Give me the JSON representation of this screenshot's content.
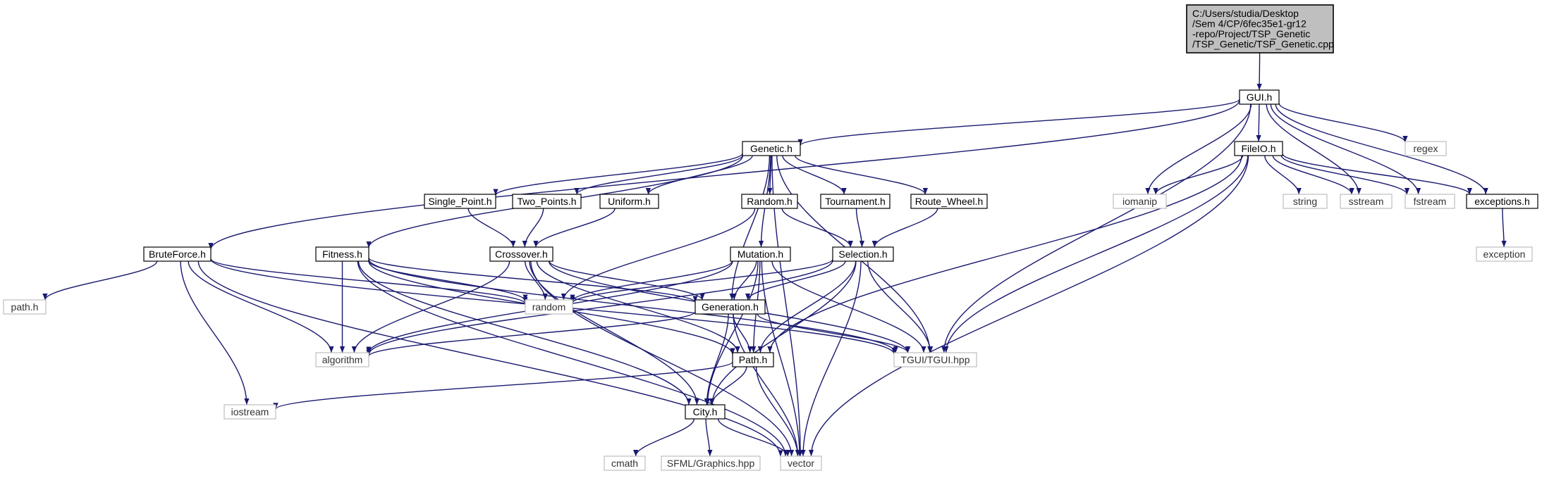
{
  "root": {
    "label_lines": [
      "C:/Users/studia/Desktop",
      "/Sem 4/CP/6fec35e1-gr12",
      "-repo/Project/TSP_Genetic",
      "/TSP_Genetic/TSP_Genetic.cpp"
    ]
  },
  "nodes": [
    {
      "id": "gui",
      "label": "GUI.h",
      "kind": "internal"
    },
    {
      "id": "genetic",
      "label": "Genetic.h",
      "kind": "internal"
    },
    {
      "id": "fileio",
      "label": "FileIO.h",
      "kind": "internal"
    },
    {
      "id": "regex",
      "label": "regex",
      "kind": "external"
    },
    {
      "id": "single_point",
      "label": "Single_Point.h",
      "kind": "internal"
    },
    {
      "id": "two_points",
      "label": "Two_Points.h",
      "kind": "internal"
    },
    {
      "id": "uniform",
      "label": "Uniform.h",
      "kind": "internal"
    },
    {
      "id": "random_h",
      "label": "Random.h",
      "kind": "internal"
    },
    {
      "id": "tournament",
      "label": "Tournament.h",
      "kind": "internal"
    },
    {
      "id": "route_wheel",
      "label": "Route_Wheel.h",
      "kind": "internal"
    },
    {
      "id": "iomanip",
      "label": "iomanip",
      "kind": "external"
    },
    {
      "id": "string",
      "label": "string",
      "kind": "external"
    },
    {
      "id": "sstream",
      "label": "sstream",
      "kind": "external"
    },
    {
      "id": "fstream",
      "label": "fstream",
      "kind": "external"
    },
    {
      "id": "exceptions",
      "label": "exceptions.h",
      "kind": "internal"
    },
    {
      "id": "bruteforce",
      "label": "BruteForce.h",
      "kind": "internal"
    },
    {
      "id": "fitness",
      "label": "Fitness.h",
      "kind": "internal"
    },
    {
      "id": "crossover",
      "label": "Crossover.h",
      "kind": "internal"
    },
    {
      "id": "mutation",
      "label": "Mutation.h",
      "kind": "internal"
    },
    {
      "id": "selection",
      "label": "Selection.h",
      "kind": "internal"
    },
    {
      "id": "exception",
      "label": "exception",
      "kind": "external"
    },
    {
      "id": "path_lower",
      "label": "path.h",
      "kind": "external"
    },
    {
      "id": "random_std",
      "label": "random",
      "kind": "external"
    },
    {
      "id": "generation",
      "label": "Generation.h",
      "kind": "internal"
    },
    {
      "id": "algorithm",
      "label": "algorithm",
      "kind": "external"
    },
    {
      "id": "tgui",
      "label": "TGUI/TGUI.hpp",
      "kind": "external"
    },
    {
      "id": "path",
      "label": "Path.h",
      "kind": "internal"
    },
    {
      "id": "iostream",
      "label": "iostream",
      "kind": "external"
    },
    {
      "id": "city",
      "label": "City.h",
      "kind": "internal"
    },
    {
      "id": "cmath",
      "label": "cmath",
      "kind": "external"
    },
    {
      "id": "sfml",
      "label": "SFML/Graphics.hpp",
      "kind": "external"
    },
    {
      "id": "vector",
      "label": "vector",
      "kind": "external"
    }
  ],
  "edges": [
    [
      "root",
      "gui"
    ],
    [
      "gui",
      "genetic"
    ],
    [
      "gui",
      "fileio"
    ],
    [
      "gui",
      "regex"
    ],
    [
      "gui",
      "iomanip"
    ],
    [
      "gui",
      "sstream"
    ],
    [
      "gui",
      "fstream"
    ],
    [
      "gui",
      "exceptions"
    ],
    [
      "gui",
      "bruteforce"
    ],
    [
      "gui",
      "tgui"
    ],
    [
      "genetic",
      "single_point"
    ],
    [
      "genetic",
      "two_points"
    ],
    [
      "genetic",
      "uniform"
    ],
    [
      "genetic",
      "random_h"
    ],
    [
      "genetic",
      "tournament"
    ],
    [
      "genetic",
      "route_wheel"
    ],
    [
      "genetic",
      "fitness"
    ],
    [
      "genetic",
      "mutation"
    ],
    [
      "genetic",
      "generation"
    ],
    [
      "genetic",
      "tgui"
    ],
    [
      "genetic",
      "vector"
    ],
    [
      "fileio",
      "iomanip"
    ],
    [
      "fileio",
      "string"
    ],
    [
      "fileio",
      "sstream"
    ],
    [
      "fileio",
      "fstream"
    ],
    [
      "fileio",
      "exceptions"
    ],
    [
      "fileio",
      "path"
    ],
    [
      "fileio",
      "tgui"
    ],
    [
      "fileio",
      "vector"
    ],
    [
      "exceptions",
      "exception"
    ],
    [
      "single_point",
      "crossover"
    ],
    [
      "two_points",
      "crossover"
    ],
    [
      "uniform",
      "crossover"
    ],
    [
      "random_h",
      "selection"
    ],
    [
      "random_h",
      "random_std"
    ],
    [
      "tournament",
      "selection"
    ],
    [
      "route_wheel",
      "selection"
    ],
    [
      "bruteforce",
      "path_lower"
    ],
    [
      "bruteforce",
      "random_std"
    ],
    [
      "bruteforce",
      "algorithm"
    ],
    [
      "bruteforce",
      "tgui"
    ],
    [
      "bruteforce",
      "iostream"
    ],
    [
      "bruteforce",
      "vector"
    ],
    [
      "fitness",
      "random_std"
    ],
    [
      "fitness",
      "generation"
    ],
    [
      "fitness",
      "algorithm"
    ],
    [
      "fitness",
      "tgui"
    ],
    [
      "fitness",
      "path"
    ],
    [
      "fitness",
      "city"
    ],
    [
      "fitness",
      "vector"
    ],
    [
      "crossover",
      "random_std"
    ],
    [
      "crossover",
      "generation"
    ],
    [
      "crossover",
      "algorithm"
    ],
    [
      "crossover",
      "tgui"
    ],
    [
      "crossover",
      "path"
    ],
    [
      "crossover",
      "city"
    ],
    [
      "crossover",
      "vector"
    ],
    [
      "mutation",
      "random_std"
    ],
    [
      "mutation",
      "generation"
    ],
    [
      "mutation",
      "algorithm"
    ],
    [
      "mutation",
      "tgui"
    ],
    [
      "mutation",
      "path"
    ],
    [
      "mutation",
      "city"
    ],
    [
      "mutation",
      "vector"
    ],
    [
      "selection",
      "random_std"
    ],
    [
      "selection",
      "generation"
    ],
    [
      "selection",
      "algorithm"
    ],
    [
      "selection",
      "tgui"
    ],
    [
      "selection",
      "path"
    ],
    [
      "selection",
      "city"
    ],
    [
      "selection",
      "vector"
    ],
    [
      "generation",
      "algorithm"
    ],
    [
      "generation",
      "tgui"
    ],
    [
      "generation",
      "path"
    ],
    [
      "generation",
      "city"
    ],
    [
      "generation",
      "vector"
    ],
    [
      "path",
      "iostream"
    ],
    [
      "path",
      "city"
    ],
    [
      "path",
      "vector"
    ],
    [
      "city",
      "cmath"
    ],
    [
      "city",
      "sfml"
    ],
    [
      "city",
      "vector"
    ]
  ],
  "colors": {
    "edge": "#191970",
    "internal_border": "#000000",
    "external_border": "#bfbfbf",
    "root_fill": "#bfbfbf",
    "node_fill": "#ffffff",
    "internal_text": "#000000",
    "external_text": "#333333"
  }
}
